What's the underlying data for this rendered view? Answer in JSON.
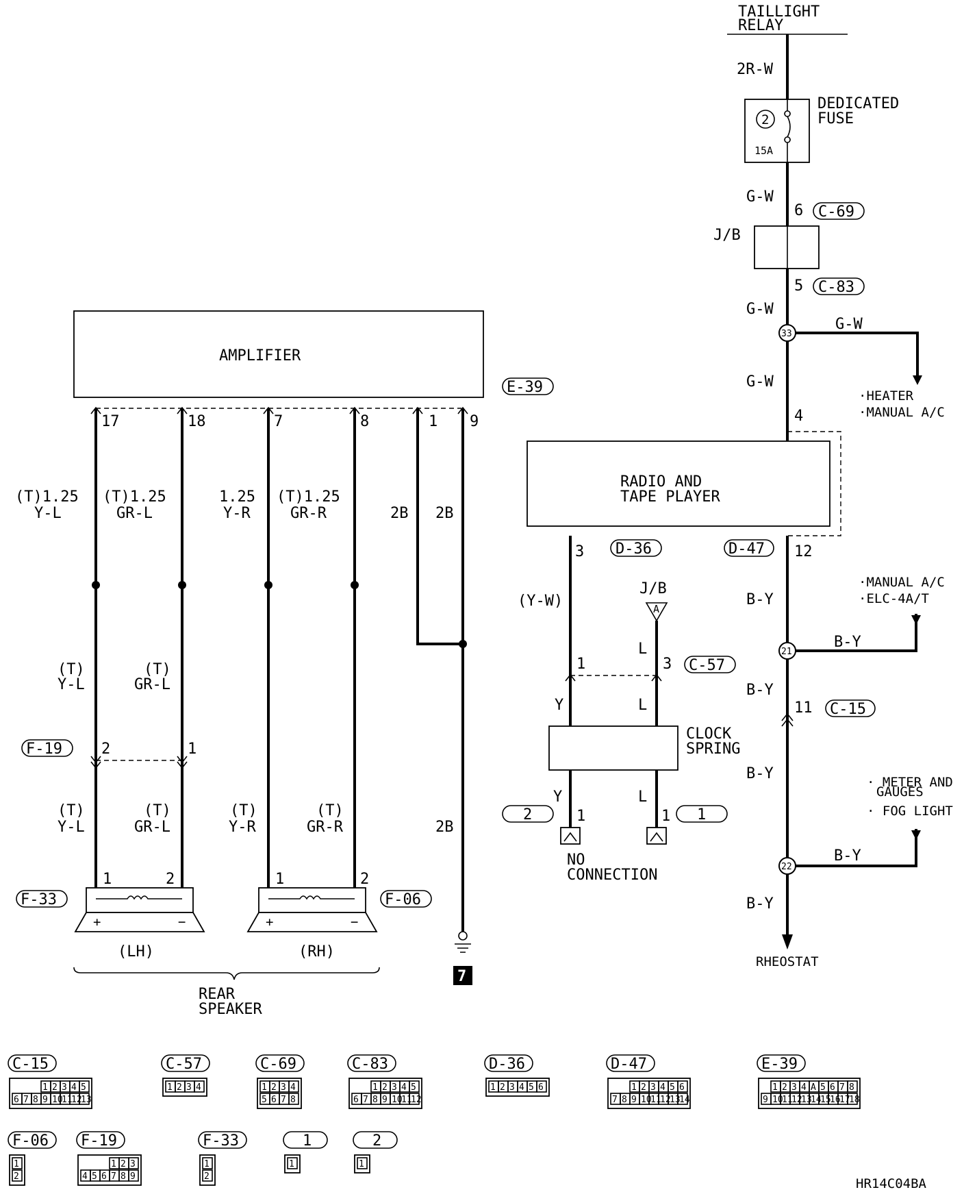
{
  "labels": {
    "taillight_relay": "TAILLIGHT",
    "taillight_relay_2": "RELAY",
    "dedicated_fuse": "DEDICATED",
    "dedicated_fuse_2": "FUSE",
    "fuse_no": "2",
    "fuse_rating": "15A",
    "jb": "J/B",
    "amplifier": "AMPLIFIER",
    "radio": "RADIO AND",
    "radio_2": "TAPE PLAYER",
    "clock_spring": "CLOCK",
    "clock_spring_2": "SPRING",
    "no_connection": "NO",
    "no_connection_2": "CONNECTION",
    "rear_speaker": "REAR",
    "rear_speaker_2": "SPEAKER",
    "lh": "(LH)",
    "rh": "(RH)",
    "rheostat": "RHEOSTAT",
    "ground_no": "7",
    "jb_a": "J/B",
    "jb_a_letter": "A",
    "drawing_code": "HR14C04BA",
    "plus": "+",
    "minus": "−"
  },
  "wires": {
    "w_2rw": "2R-W",
    "w_gw1": "G-W",
    "w_gw2": "G-W",
    "w_gw3": "G-W",
    "w_gw_branch": "G-W",
    "w_by1": "B-Y",
    "w_by2": "B-Y",
    "w_by3": "B-Y",
    "w_by4": "B-Y",
    "w_by_b21": "B-Y",
    "w_by_b22": "B-Y",
    "w_yw": "(Y-W)",
    "w_l1": "L",
    "w_l2": "L",
    "w_l3": "L",
    "w_y1": "Y",
    "w_y2": "Y",
    "w_2b1": "2B",
    "w_2b2": "2B",
    "w_2b3": "2B",
    "amp_w1a": "(T)1.25",
    "amp_w1b": "Y-L",
    "amp_w2a": "(T)1.25",
    "amp_w2b": "GR-L",
    "amp_w3a": "1.25",
    "amp_w3b": "Y-R",
    "amp_w4a": "(T)1.25",
    "amp_w4b": "GR-R",
    "mid_w1a": "(T)",
    "mid_w1b": "Y-L",
    "mid_w2a": "(T)",
    "mid_w2b": "GR-L",
    "low_w1a": "(T)",
    "low_w1b": "Y-L",
    "low_w2a": "(T)",
    "low_w2b": "GR-L",
    "low_w3a": "(T)",
    "low_w3b": "Y-R",
    "low_w4a": "(T)",
    "low_w4b": "GR-R"
  },
  "connectors": {
    "c69": "C-69",
    "c83": "C-83",
    "e39": "E-39",
    "d36": "D-36",
    "d47": "D-47",
    "c57": "C-57",
    "c15": "C-15",
    "f19": "F-19",
    "f33": "F-33",
    "f06": "F-06",
    "j2": "2",
    "j1": "1"
  },
  "pins": {
    "p6": "6",
    "p5": "5",
    "p4": "4",
    "p12": "12",
    "p3": "3",
    "p11": "11",
    "a17": "17",
    "a18": "18",
    "a7": "7",
    "a8": "8",
    "a1": "1",
    "a9": "9",
    "c57_1": "1",
    "c57_3": "3",
    "f19_2": "2",
    "f19_1": "1",
    "lh_1": "1",
    "lh_2": "2",
    "rh_1": "1",
    "rh_2": "2",
    "cs_y1": "1",
    "cs_l1": "1"
  },
  "splices": {
    "s33": "33",
    "s21": "21",
    "s22": "22"
  },
  "destinations": {
    "heater_1": "·HEATER",
    "heater_2": "·MANUAL A/C",
    "ac_1": "·MANUAL A/C",
    "ac_2": "·ELC-4A/T",
    "meter_1": "· METER AND",
    "meter_2": "GAUGES",
    "meter_3": "· FOG LIGHT"
  },
  "legend": [
    {
      "id": "c15",
      "label": "C-15",
      "rows": [
        [
          "1",
          "2",
          "3",
          "4",
          "5"
        ],
        [
          "6",
          "7",
          "8",
          "9",
          "10",
          "11",
          "12",
          "13"
        ]
      ]
    },
    {
      "id": "c57",
      "label": "C-57",
      "rows": [
        [
          "1",
          "2",
          "3",
          "4"
        ]
      ]
    },
    {
      "id": "c69",
      "label": "C-69",
      "rows": [
        [
          "1",
          "2",
          "3",
          "4"
        ],
        [
          "5",
          "6",
          "7",
          "8"
        ]
      ]
    },
    {
      "id": "c83",
      "label": "C-83",
      "rows": [
        [
          "1",
          "2",
          "3",
          "4",
          "5"
        ],
        [
          "6",
          "7",
          "8",
          "9",
          "10",
          "11",
          "12"
        ]
      ]
    },
    {
      "id": "d36",
      "label": "D-36",
      "rows": [
        [
          "1",
          "2",
          "3",
          "4",
          "5",
          "6"
        ]
      ]
    },
    {
      "id": "d47",
      "label": "D-47",
      "rows": [
        [
          "1",
          "2",
          "3",
          "4",
          "5",
          "6"
        ],
        [
          "7",
          "8",
          "9",
          "10",
          "11",
          "12",
          "13",
          "14"
        ]
      ]
    },
    {
      "id": "e39",
      "label": "E-39",
      "rows": [
        [
          "1",
          "2",
          "3",
          "4",
          "A",
          "5",
          "6",
          "7",
          "8"
        ],
        [
          "9",
          "10",
          "11",
          "12",
          "13",
          "14",
          "15",
          "16",
          "17",
          "18"
        ]
      ]
    },
    {
      "id": "f06",
      "label": "F-06",
      "rows": [
        [
          "1"
        ],
        [
          "2"
        ]
      ]
    },
    {
      "id": "f19",
      "label": "F-19",
      "rows": [
        [
          "1",
          "2",
          "3"
        ],
        [
          "4",
          "5",
          "6",
          "7",
          "8",
          "9"
        ]
      ]
    },
    {
      "id": "f33",
      "label": "F-33",
      "rows": [
        [
          "1"
        ],
        [
          "2"
        ]
      ]
    },
    {
      "id": "j1",
      "label": "1",
      "rows": [
        [
          "1"
        ]
      ]
    },
    {
      "id": "j2",
      "label": "2",
      "rows": [
        [
          "1"
        ]
      ]
    }
  ]
}
